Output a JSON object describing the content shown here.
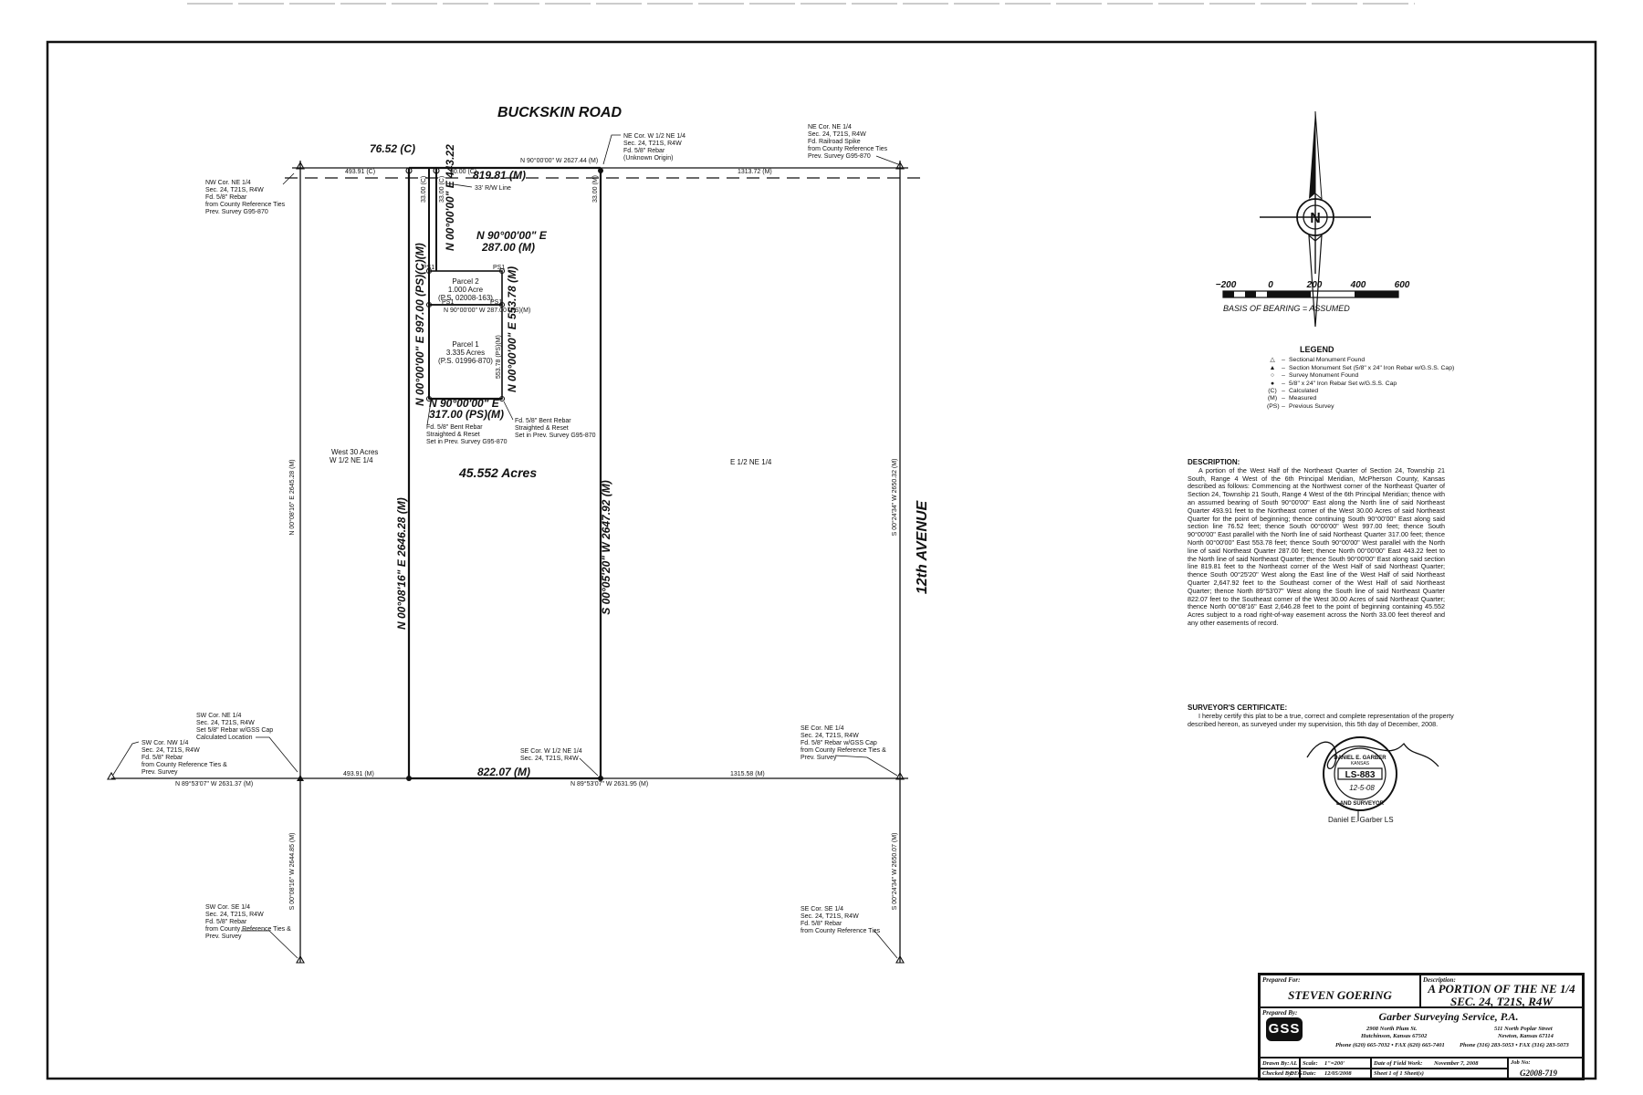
{
  "drawing": {
    "road_north": "BUCKSKIN ROAD",
    "road_east": "12th AVENUE",
    "acres": "45.552 Acres",
    "west_30_acres": [
      "West 30 Acres",
      "W 1/2 NE 1/4"
    ],
    "east_half": "E 1/2 NE 1/4",
    "parcel1": [
      "Parcel 1",
      "3.335 Acres",
      "(P.S. 01996-870)"
    ],
    "parcel2": [
      "Parcel 2",
      "1.000 Acre",
      "(P.S. 02008-163)"
    ],
    "ps1": "PS1",
    "dim_7652": "76.52 (C)",
    "dim_81981": "819.81 (M)",
    "dim_82207": "822.07 (M)",
    "dim_48391": "493.91 (C)",
    "dim_48391_s": "493.91 (M)",
    "dim_3000": "30.00 (C)",
    "dim_131372": "1313.72 (M)",
    "dim_131558": "1315.58 (M)",
    "n_line_bearing": "N 90°00'00\" W  2627.44 (M)",
    "s_line_bearing": "N 89°53'07\" W  2631.95 (M)",
    "sw_line_bearing": "N 89°53'07\" W  2631.37 (M)",
    "w_line_bearing": "N 00°08'16\" E  2645.28 (M)",
    "e_line_bearing": "S 00°05'20\" W  2647.92 (M)",
    "w_section_bearing": "N 00°08'16\" E  2646.28 (M)",
    "e_section_bearing": "S 00°24'34\" W  2650.32 (M)",
    "s_west_bearing": "S 00°08'16\" W  2644.85 (M)",
    "s_east_bearing": "S 00°24'34\" W  2650.07 (M)",
    "bear_997": "N 00°00'00\" E  997.00 (PS)(C)(M)",
    "bear_44322": "N 00°00'00\" E  443.22",
    "bear_287": "N 90°00'00\" E",
    "bear_287b": "287.00 (M)",
    "bear_55378": "N 00°00'00\" E  553.78 (M)",
    "bear_317": "N 90°00'00\" E",
    "bear_317b": "317.00 (PS)(M)",
    "bear_parcel_mid": "N 90°00'00\" W 287.00 (PS)(M)",
    "rw_line": "33' R/W Line",
    "nw_cor": [
      "NW Cor. NE 1/4",
      "Sec. 24, T21S, R4W",
      "Fd. 5/8\" Rebar",
      "from County Reference Ties",
      "Prev. Survey G95-870"
    ],
    "ne_cor_w12": [
      "NE Cor. W 1/2 NE 1/4",
      "Sec. 24, T21S, R4W",
      "Fd. 5/8\" Rebar",
      "(Unknown Origin)"
    ],
    "ne_cor": [
      "NE Cor. NE 1/4",
      "Sec. 24, T21S, R4W",
      "Fd. Railroad Spike",
      "from County Reference Ties",
      "Prev. Survey G95-870"
    ],
    "sw_cor_ne": [
      "SW Cor. NE 1/4",
      "Sec. 24, T21S, R4W",
      "Set 5/8\" Rebar w/GSS Cap",
      "Calculated Location"
    ],
    "sw_cor_nw": [
      "SW Cor. NW 1/4",
      "Sec. 24, T21S, R4W",
      "Fd. 5/8\" Rebar",
      "from County Reference Ties &",
      "Prev. Survey"
    ],
    "se_cor_w12": [
      "SE Cor. W 1/2 NE 1/4",
      "Sec. 24, T21S, R4W"
    ],
    "se_cor_ne": [
      "SE Cor. NE 1/4",
      "Sec. 24, T21S, R4W",
      "Fd. 5/8\" Rebar w/GSS Cap",
      "from County Reference Ties &",
      "Prev. Survey"
    ],
    "sw_cor_se": [
      "SW Cor. SE 1/4",
      "Sec. 24, T21S, R4W",
      "Fd. 5/8\" Rebar",
      "from County Reference Ties &",
      "Prev. Survey"
    ],
    "se_cor_se": [
      "SE Cor. SE 1/4",
      "Sec. 24, T21S, R4W",
      "Fd. 5/8\" Rebar",
      "from County Reference Ties"
    ],
    "bent_rebar_w": [
      "Fd. 5/8\" Bent Rebar",
      "Straighted & Reset",
      "Set in Prev. Survey G95-870"
    ],
    "bent_rebar_e": [
      "Fd. 5/8\" Bent Rebar",
      "Straighted & Reset",
      "Set in Prev. Survey G95-870"
    ]
  },
  "scale": {
    "ticks": [
      "200",
      "0",
      "200",
      "400",
      "600"
    ],
    "basis": "BASIS OF BEARING = ASSUMED"
  },
  "legend": {
    "title": "LEGEND",
    "items": [
      {
        "sym": "△",
        "text": "Sectional Monument Found"
      },
      {
        "sym": "▲",
        "text": "Section Monument Set (5/8\" x 24\" Iron Rebar w/G.S.S. Cap)"
      },
      {
        "sym": "○",
        "text": "Survey Monument Found"
      },
      {
        "sym": "●",
        "text": "5/8\" x 24\" Iron Rebar Set w/G.S.S. Cap"
      },
      {
        "sym": "(C)",
        "text": "Calculated"
      },
      {
        "sym": "(M)",
        "text": "Measured"
      },
      {
        "sym": "(PS)",
        "text": "Previous Survey"
      }
    ]
  },
  "description": {
    "title": "DESCRIPTION:",
    "body": "A portion of the West Half of the Northeast Quarter of Section 24, Township 21 South, Range 4 West of the 6th Principal Meridian, McPherson County, Kansas described as follows: Commencing at the Northwest corner of the Northeast Quarter of Section 24, Township 21 South, Range 4 West of the 6th Principal Meridian; thence with an assumed bearing of South 90°00'00\" East along the North line of said Northeast Quarter 493.91 feet to the Northeast corner of the West 30.00 Acres of said Northeast Quarter for the point of beginning; thence continuing South 90°00'00\" East along said section line 76.52 feet; thence South 00°00'00\" West 997.00 feet; thence South 90°00'00\" East parallel with the North line of said Northeast Quarter 317.00 feet; thence North 00°00'00\" East 553.78 feet; thence South 90°00'00\" West parallel with the North line of said Northeast Quarter 287.00 feet; thence North 00°00'00\" East 443.22 feet to the North line of said Northeast Quarter; thence South 90°00'00\" East along said section line 819.81 feet to the Northeast corner of the West Half of said Northeast Quarter; thence South 00°25'20\" West along the East line of the West Half of said Northeast Quarter 2,647.92 feet to the Southeast corner of the West Half of said Northeast Quarter; thence North 89°53'07\" West along the South line of said Northeast Quarter 822.07 feet to the Southeast corner of the West 30.00 Acres of said Northeast Quarter; thence North 00°08'16\" East 2,646.28 feet to the point of beginning containing 45.552 Acres subject to a road right-of-way easement across the North 33.00 feet thereof and any other easements of record."
  },
  "certificate": {
    "title": "SURVEYOR'S CERTIFICATE:",
    "body": "I hereby certify this plat to be a true, correct and complete representation of the property described hereon, as surveyed under my supervision, this 5th day of December, 2008.",
    "signer": "Daniel E. Garber  LS",
    "seal_id": "LS-883",
    "seal_date": "12-5-08",
    "seal_name": "DANIEL E. GARBER",
    "seal_state": "KANSAS",
    "seal_ring": "LAND SURVEYOR"
  },
  "titleblock": {
    "prepared_for_label": "Prepared For:",
    "prepared_for": "STEVEN GOERING",
    "description_label": "Description:",
    "description_l1": "A PORTION OF THE NE 1/4",
    "description_l2": "SEC. 24, T21S, R4W",
    "prepared_by_label": "Prepared By:",
    "logo": "GSS",
    "company": "Garber Surveying Service, P.A.",
    "addr1_l1": "2908 North Plum St.",
    "addr1_l2": "Hutchinson, Kansas 67502",
    "addr1_l3": "Phone (620) 665-7032 • FAX (620) 665-7401",
    "addr2_l1": "511 North Poplar Street",
    "addr2_l2": "Newton, Kansas 67114",
    "addr2_l3": "Phone (316) 283-5053 • FAX (316) 283-5073",
    "drawn_by_label": "Drawn By:",
    "drawn_by": "AL",
    "scale_label": "Scale:",
    "scale": "1\"=200'",
    "field_work_label": "Date of Field Work:",
    "field_work": "November 7, 2008",
    "job_no_label": "Job No:",
    "job_no": "G2008-719",
    "checked_by_label": "Checked By:",
    "checked_by": "DEG",
    "date_label": "Date:",
    "date": "12/05/2008",
    "sheet": "Sheet 1 of 1 Sheet(s)"
  }
}
